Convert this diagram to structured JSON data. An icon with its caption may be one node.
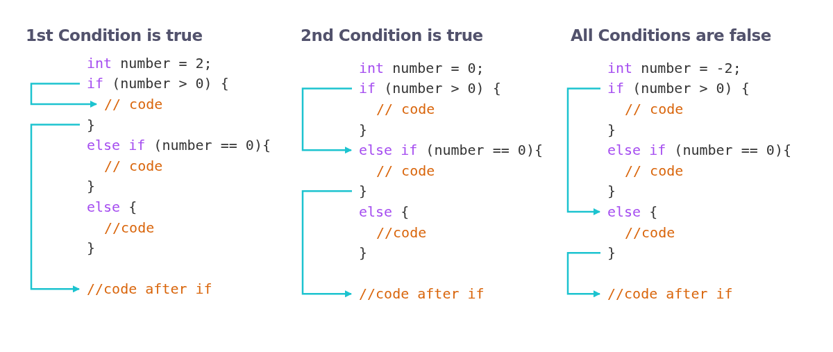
{
  "diagram": {
    "nodes": [
      {
        "text": [
          "if (number > 0) {"
        ]
      },
      {
        "text": [
          "// code"
        ]
      },
      {
        "text": [
          "}"
        ]
      },
      {
        "text": [
          "//code after if"
        ]
      },
      {
        "text": [
          "if (number > 0) {"
        ]
      },
      {
        "text": [
          "else if (number == 0){"
        ]
      },
      {
        "text": [
          "}"
        ]
      },
      {
        "text": [
          "//code after if"
        ]
      },
      {
        "text": [
          "if (number > 0) {"
        ]
      },
      {
        "text": [
          "else {"
        ]
      },
      {
        "text": [
          "}"
        ]
      },
      {
        "text": [
          "//code after if"
        ]
      }
    ],
    "edges": [
      {
        "from": 0,
        "to": 1,
        "arrow": "to"
      },
      {
        "from": 2,
        "to": 3,
        "arrow": "to"
      },
      {
        "from": 4,
        "to": 5,
        "arrow": "to"
      },
      {
        "from": 6,
        "to": 7,
        "arrow": "to"
      },
      {
        "from": 8,
        "to": 9,
        "arrow": "to"
      },
      {
        "from": 10,
        "to": 11,
        "arrow": "to"
      }
    ],
    "labels": [
      "1st Condition is true",
      "int number = 2;",
      "else if (number == 0){",
      "// code",
      "}",
      "else {",
      "//code",
      "}",
      "2nd Condition is true",
      "int number = 0;",
      "// code",
      "}",
      "// code",
      "else {",
      "//code",
      "}",
      "All Conditions are false",
      "int number = -2;",
      "// code",
      "}",
      "else if (number == 0){",
      "// code",
      "}",
      "//code"
    ]
  }
}
